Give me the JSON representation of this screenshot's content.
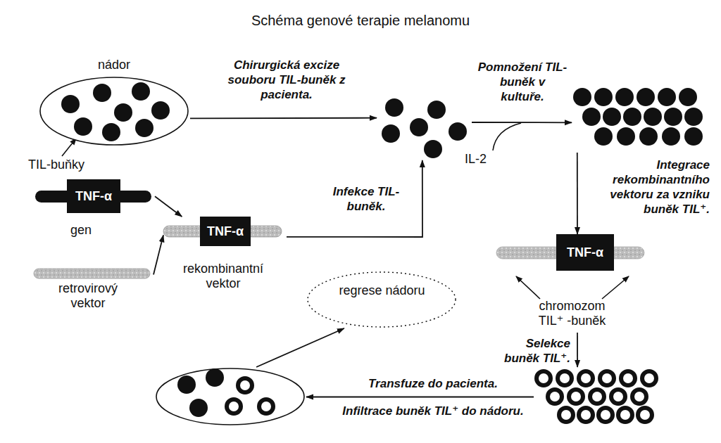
{
  "diagram": {
    "title": "Schéma genové terapie melanomu",
    "nodes": [
      {
        "text": [
          "nádor"
        ]
      },
      {
        "text": []
      },
      {
        "text": []
      },
      {
        "text": [
          "TNF-α",
          "gen"
        ]
      },
      {
        "text": [
          "retrovirový vektor"
        ]
      },
      {
        "text": [
          "TNF-α",
          "rekombinantní vektor"
        ]
      },
      {
        "text": [
          "regrese nádoru"
        ]
      },
      {
        "text": [
          "TNF-α",
          "chromozom TIL⁺ -buněk"
        ]
      },
      {
        "text": []
      },
      {
        "text": []
      }
    ],
    "edges": [
      {
        "from": 0,
        "to": 1,
        "arrow": "to",
        "label": "Chirurgická excize souboru TIL-buněk z pacienta."
      },
      {
        "from": 1,
        "to": 2,
        "arrow": "to",
        "label": "Pomnožení TIL-buněk v kultuře."
      },
      {
        "from": 3,
        "to": 5,
        "arrow": "to"
      },
      {
        "from": 4,
        "to": 5,
        "arrow": "to"
      },
      {
        "from": 5,
        "to": 1,
        "arrow": "to",
        "label": "Infekce TIL-buněk."
      },
      {
        "from": 2,
        "to": 7,
        "arrow": "to",
        "label": "Integrace rekombinantního vektoru za vzniku buněk TIL⁺."
      },
      {
        "from": 7,
        "to": 8,
        "arrow": "to",
        "label": "Selekce buněk TIL⁺."
      },
      {
        "from": 8,
        "to": 9,
        "arrow": "to",
        "label": "Transfuze do pacienta."
      },
      {
        "from": 9,
        "to": 6,
        "arrow": "to"
      }
    ],
    "labels": [
      "TIL-buňky",
      "IL-2",
      "Infiltrace buněk TIL⁺ do nádoru."
    ]
  }
}
